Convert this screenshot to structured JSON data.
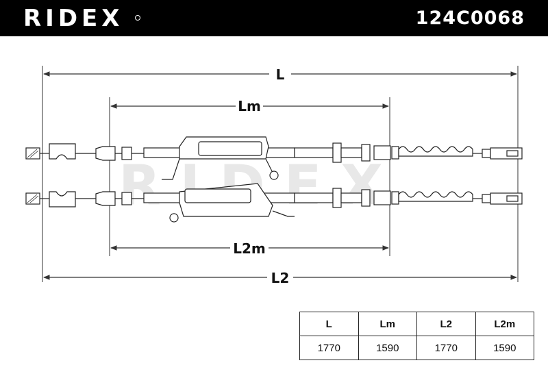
{
  "header": {
    "brand": "RIDEX",
    "part_number": "124C0068",
    "background": "#000000"
  },
  "drawing": {
    "dimensions": {
      "overall_top": "L",
      "inner_top": "Lm",
      "inner_bottom": "L2m",
      "overall_bottom": "L2"
    },
    "watermark": "RIDEX"
  },
  "table": {
    "headers": [
      "L",
      "Lm",
      "L2",
      "L2m"
    ],
    "values": [
      "1770",
      "1590",
      "1770",
      "1590"
    ]
  }
}
